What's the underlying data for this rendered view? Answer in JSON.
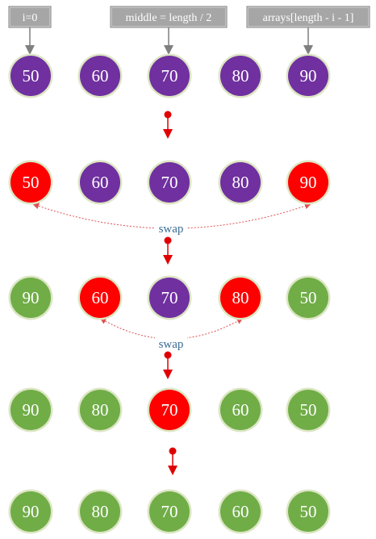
{
  "pointers": [
    {
      "id": "i",
      "label": "i=0"
    },
    {
      "id": "middle",
      "label": "middle = length / 2"
    },
    {
      "id": "last",
      "label": "arrays[length - i - 1]"
    }
  ],
  "swap_label": "swap",
  "colors": {
    "purple": "#7030a0",
    "red": "#ff0000",
    "green": "#70ad47",
    "ring": "#dce6c4",
    "pointer_box": "#a6a6a6",
    "pointer_border": "#7f7f7f",
    "arrow_red": "#e00000",
    "swap_curve": "#e05050",
    "swap_text": "#3a6c96"
  },
  "rows": [
    {
      "nodes": [
        {
          "value": "50",
          "color": "purple"
        },
        {
          "value": "60",
          "color": "purple"
        },
        {
          "value": "70",
          "color": "purple"
        },
        {
          "value": "80",
          "color": "purple"
        },
        {
          "value": "90",
          "color": "purple"
        }
      ]
    },
    {
      "nodes": [
        {
          "value": "50",
          "color": "red"
        },
        {
          "value": "60",
          "color": "purple"
        },
        {
          "value": "70",
          "color": "purple"
        },
        {
          "value": "80",
          "color": "purple"
        },
        {
          "value": "90",
          "color": "red"
        }
      ]
    },
    {
      "nodes": [
        {
          "value": "90",
          "color": "green"
        },
        {
          "value": "60",
          "color": "red"
        },
        {
          "value": "70",
          "color": "purple"
        },
        {
          "value": "80",
          "color": "red"
        },
        {
          "value": "50",
          "color": "green"
        }
      ]
    },
    {
      "nodes": [
        {
          "value": "90",
          "color": "green"
        },
        {
          "value": "80",
          "color": "green"
        },
        {
          "value": "70",
          "color": "red"
        },
        {
          "value": "60",
          "color": "green"
        },
        {
          "value": "50",
          "color": "green"
        }
      ]
    },
    {
      "nodes": [
        {
          "value": "90",
          "color": "green"
        },
        {
          "value": "80",
          "color": "green"
        },
        {
          "value": "70",
          "color": "green"
        },
        {
          "value": "60",
          "color": "green"
        },
        {
          "value": "50",
          "color": "green"
        }
      ]
    }
  ],
  "swaps": [
    {
      "after_row": 1,
      "from_col": 0,
      "to_col": 4
    },
    {
      "after_row": 2,
      "from_col": 1,
      "to_col": 3
    }
  ]
}
